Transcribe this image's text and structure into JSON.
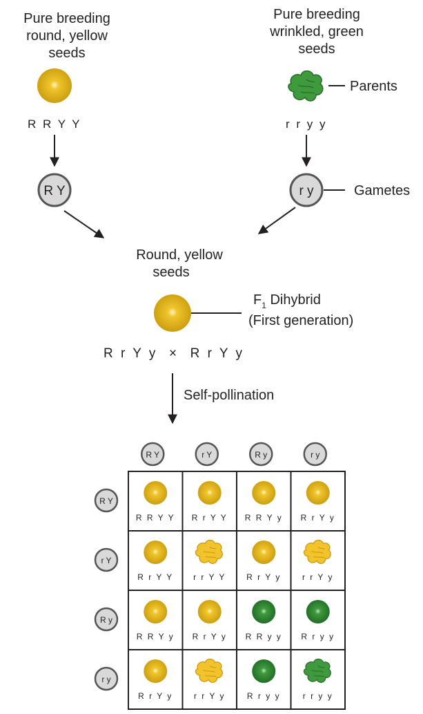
{
  "colors": {
    "yellow_seed": "#d9ae16",
    "yellow_seed_highlight": "#fff6c7",
    "green_seed": "#3f9a3d",
    "green_seed_dark": "#2a6b2a",
    "gamete_fill": "#d9d9d9",
    "gamete_stroke": "#555555",
    "wrinkled_yellow": "#f2c32a"
  },
  "parents": {
    "left": {
      "title_lines": [
        "Pure breeding",
        "round, yellow",
        "seeds"
      ],
      "genotype": "R R Y Y",
      "gamete": "R Y"
    },
    "right": {
      "title_lines": [
        "Pure breeding",
        "wrinkled, green",
        "seeds"
      ],
      "genotype": "r r y y",
      "gamete": "r y"
    }
  },
  "labels": {
    "parents": "Parents",
    "gametes": "Gametes",
    "f1_sub": "1",
    "f1_rest": " Dihybrid",
    "f1_prefix": "F",
    "first_generation": "(First generation)",
    "self_pollination": "Self-pollination",
    "cross": "R r Y y  ×  R r Y y"
  },
  "f1": {
    "title_lines": [
      "Round, yellow",
      "seeds"
    ]
  },
  "punnett": {
    "col_gametes": [
      "R Y",
      "r Y",
      "R y",
      "r y"
    ],
    "row_gametes": [
      "R Y",
      "r Y",
      "R y",
      "r y"
    ],
    "cells": [
      [
        {
          "genotype": "R R Y Y",
          "seed": "round-yellow"
        },
        {
          "genotype": "R r Y Y",
          "seed": "round-yellow"
        },
        {
          "genotype": "R R Y y",
          "seed": "round-yellow"
        },
        {
          "genotype": "R r Y y",
          "seed": "round-yellow"
        }
      ],
      [
        {
          "genotype": "R r Y Y",
          "seed": "round-yellow"
        },
        {
          "genotype": "r r Y Y",
          "seed": "wrinkled-yellow"
        },
        {
          "genotype": "R r Y y",
          "seed": "round-yellow"
        },
        {
          "genotype": "r r Y y",
          "seed": "wrinkled-yellow"
        }
      ],
      [
        {
          "genotype": "R R Y y",
          "seed": "round-yellow"
        },
        {
          "genotype": "R r Y y",
          "seed": "round-yellow"
        },
        {
          "genotype": "R R y y",
          "seed": "round-green"
        },
        {
          "genotype": "R r y y",
          "seed": "round-green"
        }
      ],
      [
        {
          "genotype": "R r Y y",
          "seed": "round-yellow"
        },
        {
          "genotype": "r r Y y",
          "seed": "wrinkled-yellow"
        },
        {
          "genotype": "R r y y",
          "seed": "round-green"
        },
        {
          "genotype": "r r y y",
          "seed": "wrinkled-green"
        }
      ]
    ]
  }
}
